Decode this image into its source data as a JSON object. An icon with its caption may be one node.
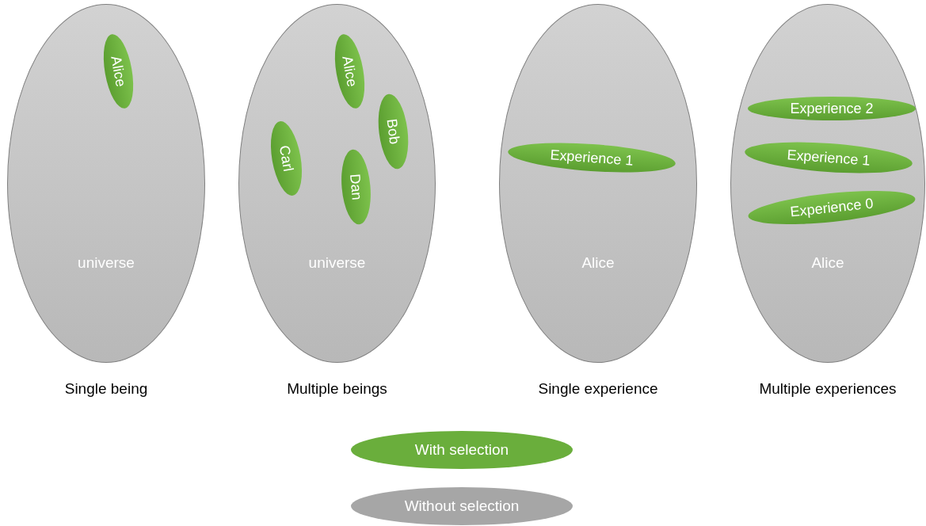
{
  "diagram": {
    "nodes": [
      {
        "text": [
          "universe"
        ],
        "beside": [
          "Single being"
        ]
      },
      {
        "text": [
          "Alice"
        ],
        "in": 0
      },
      {
        "text": [
          "universe"
        ],
        "beside": [
          "Multiple beings"
        ]
      },
      {
        "text": [
          "Alice"
        ],
        "in": 2
      },
      {
        "text": [
          "Bob"
        ],
        "in": 2
      },
      {
        "text": [
          "Carl"
        ],
        "in": 2
      },
      {
        "text": [
          "Dan"
        ],
        "in": 2
      },
      {
        "text": [
          "Alice"
        ],
        "beside": [
          "Single experience"
        ]
      },
      {
        "text": [
          "Experience 1"
        ],
        "in": 7
      },
      {
        "text": [
          "Alice"
        ],
        "beside": [
          "Multiple experiences"
        ]
      },
      {
        "text": [
          "Experience 2"
        ],
        "in": 9
      },
      {
        "text": [
          "Experience 1"
        ],
        "in": 9
      },
      {
        "text": [
          "Experience 0"
        ],
        "in": 9
      }
    ],
    "legend": [
      {
        "text": "With selection",
        "color": "#6aae3c"
      },
      {
        "text": "Without selection",
        "color": "#a6a6a6"
      }
    ]
  }
}
